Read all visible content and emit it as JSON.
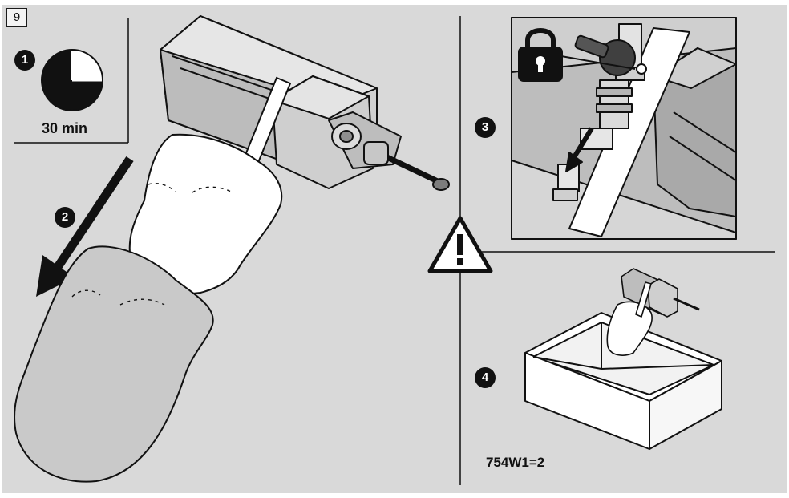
{
  "figure_number": "9",
  "steps": {
    "s1": "1",
    "s2": "2",
    "s3": "3",
    "s4": "4"
  },
  "timer": {
    "label": "30 min",
    "icon": "clock-quarter-icon",
    "progress_fraction": 0.25
  },
  "reference_code": "754W1=2",
  "icons": {
    "lock": "padlock-icon",
    "warning": "warning-triangle-icon",
    "arrow": "pull-down-arrow-icon"
  },
  "colors": {
    "background": "#d9d9d9",
    "line": "#111111",
    "mold_white": "#ffffff",
    "mold_grey": "#c9c9c9"
  }
}
